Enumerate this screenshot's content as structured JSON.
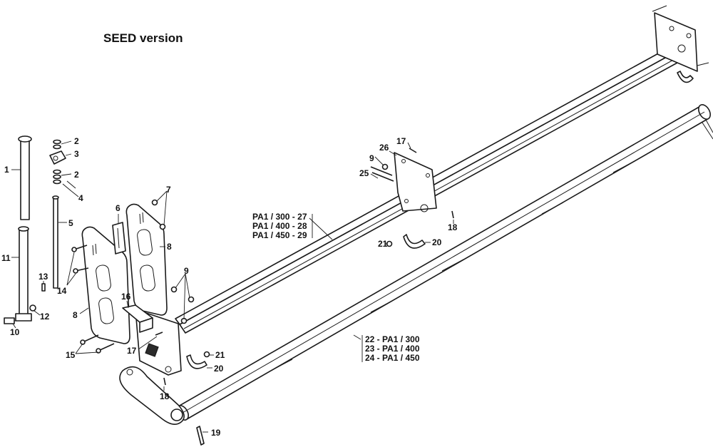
{
  "title": "SEED version",
  "variants_frame": [
    "PA1 / 300 - 27",
    "PA1 / 400 - 28",
    "PA1 / 450 - 29"
  ],
  "variants_roller": [
    "22 - PA1 / 300",
    "23 - PA1 / 400",
    "24 - PA1 / 450"
  ],
  "callouts": {
    "c1": "1",
    "c2a": "2",
    "c2b": "2",
    "c3": "3",
    "c4": "4",
    "c5": "5",
    "c6": "6",
    "c7": "7",
    "c8a": "8",
    "c8b": "8",
    "c9a": "9",
    "c9b": "9",
    "c10": "10",
    "c11": "11",
    "c12": "12",
    "c13": "13",
    "c14": "14",
    "c15": "15",
    "c16": "16",
    "c17a": "17",
    "c17b": "17",
    "c18a": "18",
    "c18b": "18",
    "c19": "19",
    "c20a": "20",
    "c20b": "20",
    "c21a": "21",
    "c21b": "21",
    "c25": "25",
    "c26": "26"
  }
}
